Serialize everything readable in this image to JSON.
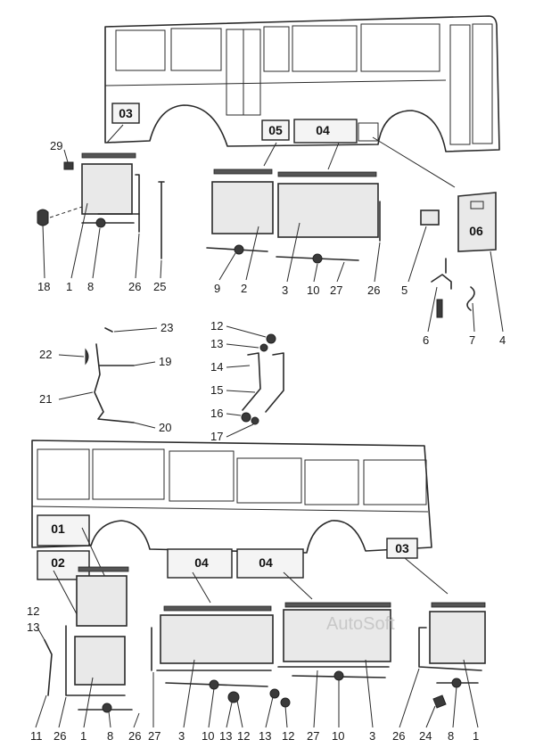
{
  "watermark": "AutoSoft",
  "top_section": {
    "panel_codes": [
      "03",
      "05",
      "04",
      "06"
    ],
    "callouts": [
      "29",
      "18",
      "1",
      "8",
      "26",
      "25",
      "9",
      "2",
      "3",
      "10",
      "27",
      "26",
      "5",
      "6",
      "7",
      "4"
    ]
  },
  "middle_section": {
    "callouts": [
      "23",
      "22",
      "19",
      "21",
      "20",
      "12",
      "13",
      "14",
      "15",
      "16",
      "17"
    ]
  },
  "bottom_section": {
    "panel_codes": [
      "01",
      "02",
      "04",
      "04",
      "03"
    ],
    "callouts": [
      "12",
      "13",
      "11",
      "26",
      "1",
      "8",
      "26",
      "27",
      "3",
      "10",
      "13",
      "12",
      "13",
      "12",
      "27",
      "10",
      "3",
      "26",
      "24",
      "8",
      "1"
    ]
  }
}
